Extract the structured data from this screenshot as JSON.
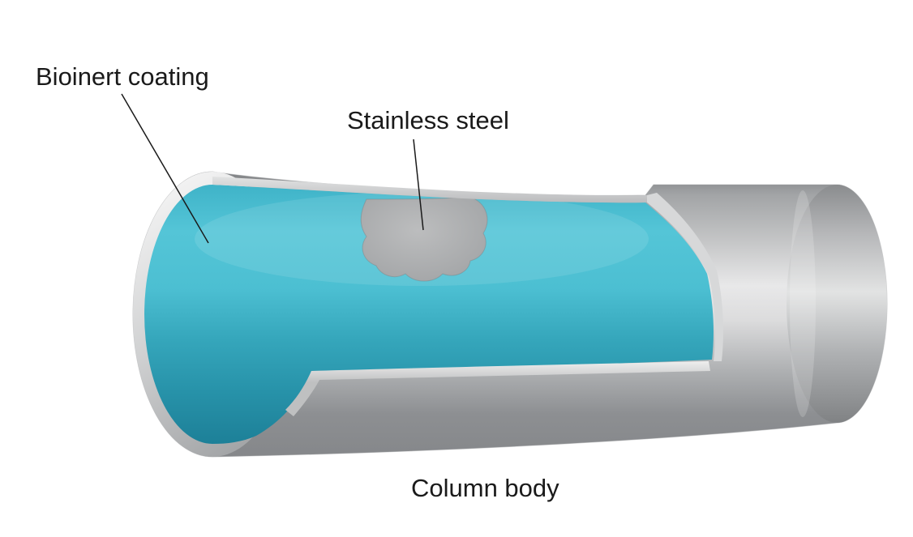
{
  "diagram": {
    "type": "cutaway-illustration",
    "labels": {
      "bioinert_coating": "Bioinert coating",
      "stainless_steel": "Stainless steel",
      "column_body": "Column body"
    },
    "colors": {
      "coating_teal": "#3fb0c5",
      "coating_teal_dark": "#1d8098",
      "steel_gray": "#a2a4a6",
      "tube_highlight": "#e8e8e9",
      "tube_shadow": "#7d7f82",
      "rim_light": "#f5f5f5",
      "label_text": "#1a1a1a",
      "leader_line": "#1a1a1a",
      "background": "#ffffff"
    }
  }
}
